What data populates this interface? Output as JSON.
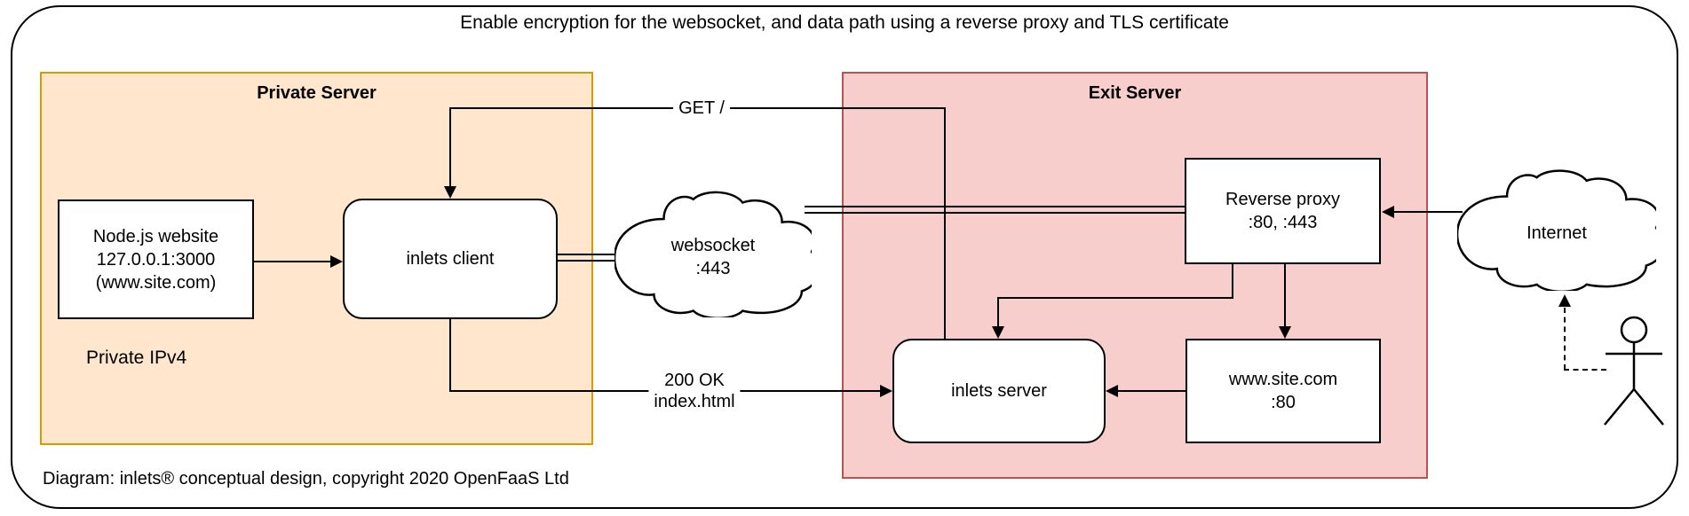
{
  "title": {
    "text": "Enable encryption for the websocket, and data path using a reverse proxy and TLS certificate"
  },
  "private_server": {
    "label": "Private Server"
  },
  "exit_server": {
    "label": "Exit Server"
  },
  "nodejs": {
    "line1": "Node.js website",
    "line2": "127.0.0.1:3000",
    "line3": "(www.site.com)"
  },
  "inlets_client": {
    "label": "inlets client"
  },
  "private_ipv4": {
    "label": "Private IPv4"
  },
  "websocket_cloud": {
    "line1": "websocket",
    "line2": ":443"
  },
  "reverse_proxy": {
    "line1": "Reverse proxy",
    "line2": ":80, :443"
  },
  "inlets_server": {
    "label": "inlets server"
  },
  "www_site": {
    "line1": "www.site.com",
    "line2": ":80"
  },
  "internet_cloud": {
    "label": "Internet"
  },
  "edge_labels": {
    "get": "GET /",
    "ok": "200 OK",
    "index": "index.html"
  },
  "footer": {
    "text": "Diagram: inlets® conceptual design, copyright 2020 OpenFaaS Ltd"
  },
  "colors": {
    "private_fill": "#FFE6CC",
    "private_border": "#D79B00",
    "exit_fill": "#F8CECC",
    "exit_border": "#B85450",
    "node_fill": "#FFFFFF",
    "line": "#000000"
  }
}
